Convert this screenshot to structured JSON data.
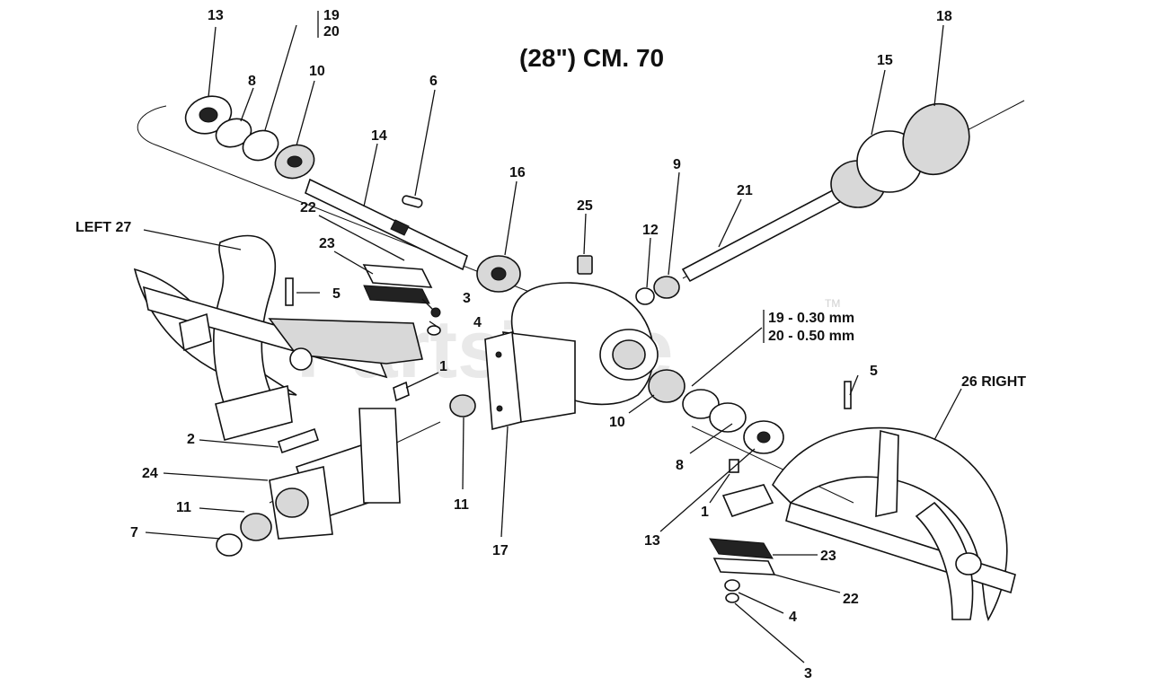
{
  "title": "(28\") CM. 70",
  "watermark": "PartsTree",
  "watermark_tm": "TM",
  "labels": {
    "l13a": "13",
    "l19a": "19",
    "l20a": "20",
    "l8a": "8",
    "l10a": "10",
    "l6": "6",
    "l14": "14",
    "l16": "16",
    "l25": "25",
    "l12": "12",
    "l9": "9",
    "l21": "21",
    "l15": "15",
    "l18": "18",
    "l22a": "22",
    "l23a": "23",
    "l3a": "3",
    "l4a": "4",
    "l5a": "5",
    "l1a": "1",
    "l2": "2",
    "l24": "24",
    "l11a": "11",
    "l7": "7",
    "l11b": "11",
    "l17": "17",
    "l10b": "10",
    "l8b": "8",
    "l13b": "13",
    "l1b": "1",
    "l23b": "23",
    "l22b": "22",
    "l4b": "4",
    "l3b": "3",
    "l5b": "5",
    "left27": "LEFT 27",
    "right26": "26 RIGHT",
    "shim19": "19 - 0.30 mm",
    "shim20": "20 - 0.50 mm"
  }
}
